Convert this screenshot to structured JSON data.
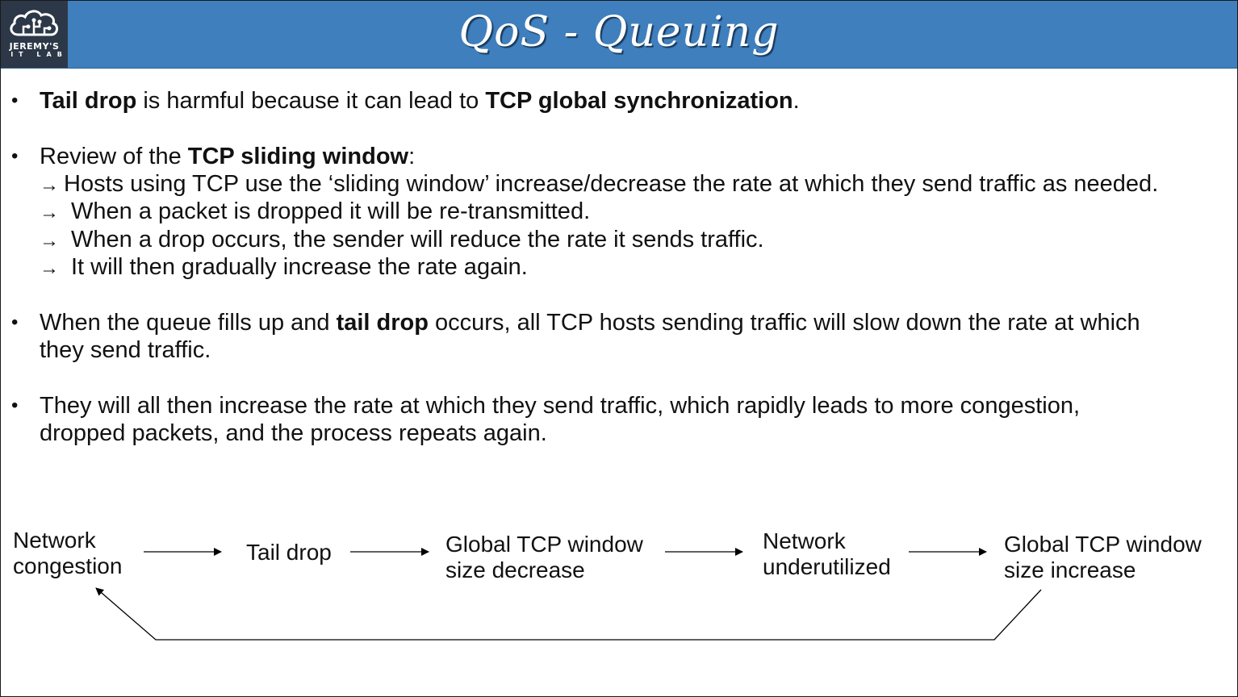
{
  "header": {
    "title": "QoS - Queuing",
    "logo_line1": "JEREMY'S",
    "logo_line2": "IT LAB"
  },
  "bullets": {
    "b1": {
      "s1": "Tail drop",
      "s2": " is harmful because it can lead to ",
      "s3": "TCP global synchronization",
      "s4": "."
    },
    "b2": {
      "s1": "Review of the ",
      "s2": "TCP sliding window",
      "s3": ":",
      "arrow": "→",
      "sub1": "Hosts using TCP use the ‘sliding window’ increase/decrease the rate at which they send traffic as needed.",
      "sub2": "When a packet is dropped it will be re-transmitted.",
      "sub3": "When a drop occurs, the sender will reduce the rate it sends traffic.",
      "sub4": "It will then gradually increase the rate again."
    },
    "b3": {
      "s1": "When the queue fills up and ",
      "s2": "tail drop",
      "s3": " occurs, all TCP hosts sending traffic will slow down the rate at which",
      "line2": "they send traffic."
    },
    "b4": {
      "line1": "They will all then increase the rate at which they send traffic, which rapidly leads to more congestion,",
      "line2": "dropped packets, and the process repeats again."
    }
  },
  "flow": {
    "n1_line1": "Network",
    "n1_line2": "congestion",
    "n2": "Tail drop",
    "n3_line1": "Global TCP window",
    "n3_line2": "size decrease",
    "n4_line1": "Network",
    "n4_line2": "underutilized",
    "n5_line1": "Global TCP window",
    "n5_line2": "size increase"
  }
}
